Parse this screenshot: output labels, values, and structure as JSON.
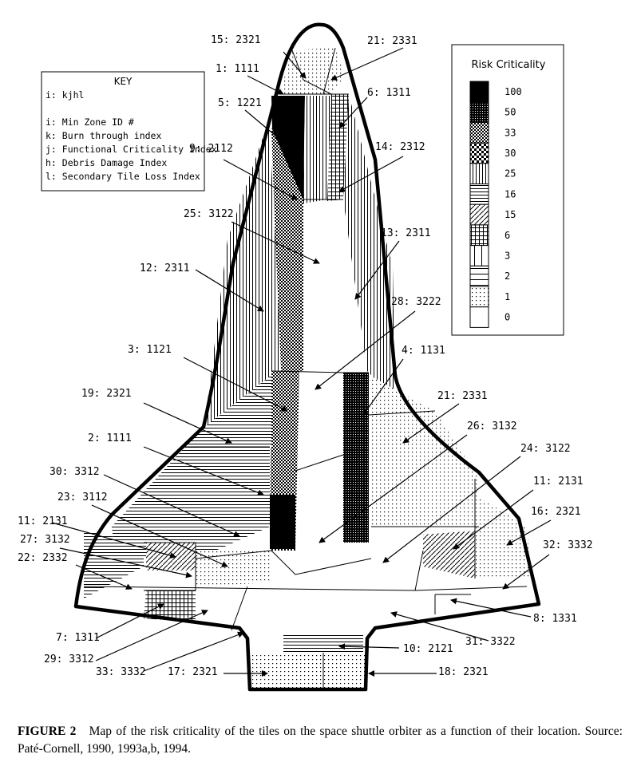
{
  "key": {
    "title": "KEY",
    "format": "i: kjhl",
    "lines": [
      "i: Min Zone ID #",
      "k: Burn through index",
      "j: Functional Criticality Index",
      "h: Debris Damage Index",
      "l: Secondary Tile Loss Index"
    ]
  },
  "legend": {
    "title": "Risk Criticality",
    "levels": [
      {
        "value": "100",
        "pattern": "black"
      },
      {
        "value": "50",
        "pattern": "dense-check"
      },
      {
        "value": "33",
        "pattern": "check"
      },
      {
        "value": "30",
        "pattern": "coarse-check"
      },
      {
        "value": "25",
        "pattern": "vertical"
      },
      {
        "value": "16",
        "pattern": "horizontal"
      },
      {
        "value": "15",
        "pattern": "diagonal"
      },
      {
        "value": "6",
        "pattern": "grid"
      },
      {
        "value": "3",
        "pattern": "vertical-wide"
      },
      {
        "value": "2",
        "pattern": "horizontal-wide"
      },
      {
        "value": "1",
        "pattern": "dots"
      },
      {
        "value": "0",
        "pattern": "white"
      }
    ]
  },
  "zone_labels": [
    "15: 2321",
    "21: 2331",
    "1: 1111",
    "6: 1311",
    "5: 1221",
    "9: 2112",
    "14: 2312",
    "25: 3122",
    "13: 2311",
    "12: 2311",
    "28: 3222",
    "3: 1121",
    "4: 1131",
    "19: 2321",
    "21: 2331",
    "2: 1111",
    "26: 3132",
    "24: 3122",
    "30: 3312",
    "11: 2131",
    "23: 3112",
    "16: 2321",
    "11: 2131",
    "27: 3132",
    "32: 3332",
    "22: 2332",
    "8: 1331",
    "7: 1311",
    "31: 3322",
    "10: 2121",
    "29: 3312",
    "33: 3332",
    "17: 2321",
    "18: 2321"
  ],
  "caption": {
    "figure_label": "FIGURE 2",
    "text": "Map of the risk criticality of the tiles on the space shuttle orbiter as a function of their location. Source: Paté-Cornell, 1990, 1993a,b, 1994."
  }
}
